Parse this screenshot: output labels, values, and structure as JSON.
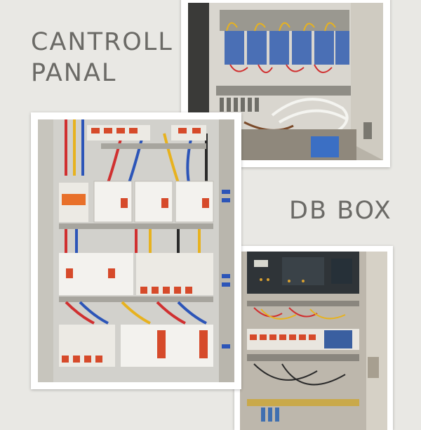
{
  "labels": {
    "control_panel_line1": "CANTROLL",
    "control_panel_line2": "PANAL",
    "db_box": "DB BOX"
  },
  "colors": {
    "background": "#e9e8e4",
    "text": "#6b6a66",
    "frame": "#ffffff"
  },
  "photos": [
    {
      "name": "control-panel-photo",
      "subject": "open control panel cabinet with contactors and wiring"
    },
    {
      "name": "db-box-photo",
      "subject": "open distribution board with breakers"
    },
    {
      "name": "main-breaker-panel-photo",
      "subject": "close-up of breaker panel with RCDs and MCBs"
    }
  ]
}
